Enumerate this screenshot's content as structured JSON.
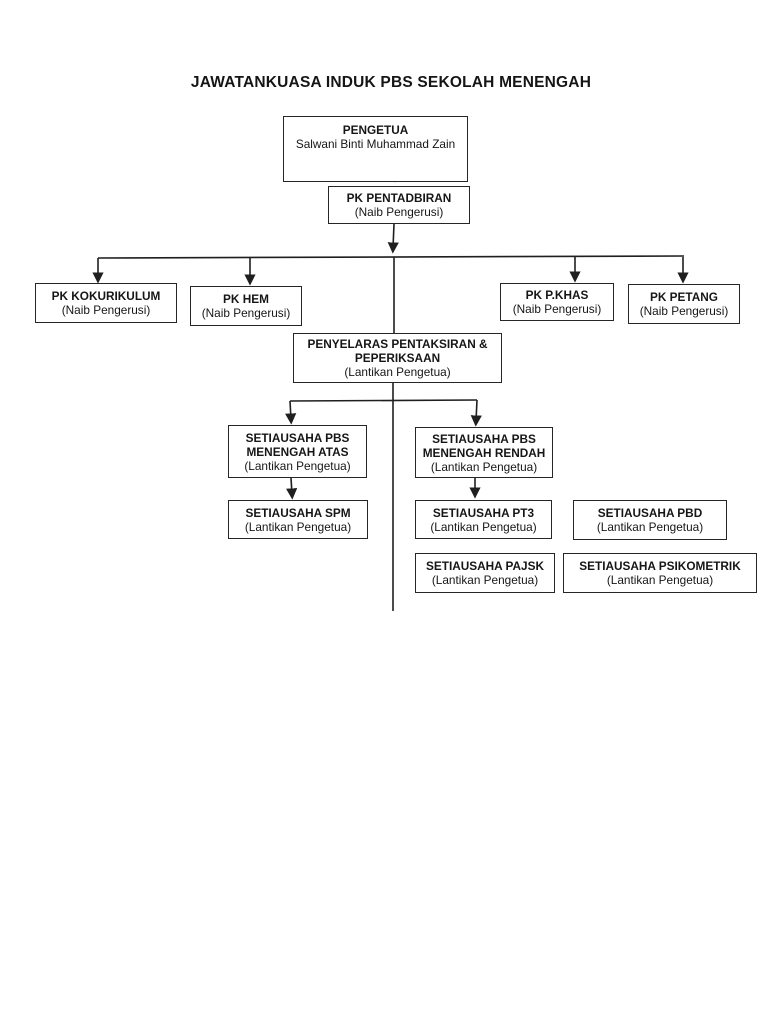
{
  "title": "JAWATANKUASA INDUK PBS SEKOLAH MENENGAH",
  "nodes": {
    "pengetua": {
      "line1": "PENGETUA",
      "subtitle": "Salwani Binti Muhammad Zain"
    },
    "pk_pentadbiran": {
      "line1": "PK PENTADBIRAN",
      "subtitle": "(Naib Pengerusi)"
    },
    "pk_kokurikulum": {
      "line1": "PK KOKURIKULUM",
      "subtitle": "(Naib Pengerusi)"
    },
    "pk_hem": {
      "line1": "PK HEM",
      "subtitle": "(Naib Pengerusi)"
    },
    "pk_pkhas": {
      "line1": "PK P.KHAS",
      "subtitle": "(Naib Pengerusi)"
    },
    "pk_petang": {
      "line1": "PK PETANG",
      "subtitle": "(Naib Pengerusi)"
    },
    "penyelaras": {
      "line1": "PENYELARAS PENTAKSIRAN &",
      "line2": "PEPERIKSAAN",
      "subtitle": "(Lantikan Pengetua)"
    },
    "pbs_atas": {
      "line1": "SETIAUSAHA PBS",
      "line2": "MENENGAH ATAS",
      "subtitle": "(Lantikan Pengetua)"
    },
    "pbs_rendah": {
      "line1": "SETIAUSAHA PBS",
      "line2": "MENENGAH RENDAH",
      "subtitle": "(Lantikan Pengetua)"
    },
    "spm": {
      "line1": "SETIAUSAHA SPM",
      "subtitle": "(Lantikan Pengetua)"
    },
    "pt3": {
      "line1": "SETIAUSAHA PT3",
      "subtitle": "(Lantikan Pengetua)"
    },
    "pbd": {
      "line1": "SETIAUSAHA PBD",
      "subtitle": "(Lantikan Pengetua)"
    },
    "pajsk": {
      "line1": "SETIAUSAHA PAJSK",
      "subtitle": "(Lantikan Pengetua)"
    },
    "psikometrik": {
      "line1": "SETIAUSAHA PSIKOMETRIK",
      "subtitle": "(Lantikan Pengetua)"
    }
  },
  "colors": {
    "line": "#1f1f1f",
    "border": "#262626",
    "text": "#161616"
  }
}
